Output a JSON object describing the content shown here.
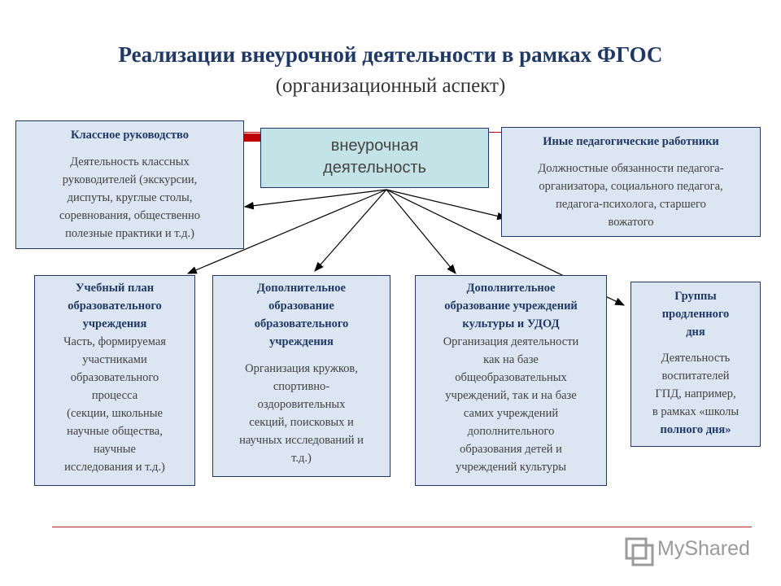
{
  "title": "Реализации внеурочной деятельности в рамках ФГОС",
  "subtitle": "(организационный аспект)",
  "center": {
    "line1": "внеурочная",
    "line2": "деятельность"
  },
  "boxes": {
    "class_leadership": {
      "heading": "Классное руководство",
      "lines": [
        "Деятельность классных",
        "руководителей (экскурсии,",
        "диспуты, круглые столы,",
        "соревнования, общественно",
        "полезные практики и т.д.)"
      ]
    },
    "other_staff": {
      "heading": "Иные педагогические работники",
      "lines": [
        "Должностные обязанности педагога-",
        "организатора, социального педагога,",
        "педагога-психолога, старшего",
        "вожатого"
      ]
    },
    "curriculum": {
      "heading_lines": [
        "Учебный план",
        "образовательного",
        "учреждения"
      ],
      "lines": [
        "Часть, формируемая",
        "участниками",
        "образовательного",
        "процесса",
        "(секции, школьные",
        "научные общества,",
        "научные",
        "исследования и т.д.)"
      ]
    },
    "additional_edu": {
      "heading_lines": [
        "Дополнительное",
        "образование",
        "образовательного",
        "учреждения"
      ],
      "lines": [
        "Организация кружков,",
        "спортивно-",
        "оздоровительных",
        "секций, поисковых и",
        "научных исследований и",
        "т.д.)"
      ]
    },
    "culture_edu": {
      "heading_lines": [
        "Дополнительное",
        "образование учреждений",
        "культуры и УДОД"
      ],
      "lines": [
        "Организация деятельности",
        "как на базе",
        "общеобразовательных",
        "учреждений, так и на базе",
        "самих учреждений",
        "дополнительного",
        "образования детей и",
        "учреждений культуры"
      ]
    },
    "extended_day": {
      "heading_lines": [
        "Группы",
        "продленного",
        "дня"
      ],
      "lines": [
        "Деятельность",
        "воспитателей",
        "ГПД, например,",
        "в рамках «школы"
      ],
      "last_line": "полного дня»"
    }
  },
  "watermark": "MyShared"
}
